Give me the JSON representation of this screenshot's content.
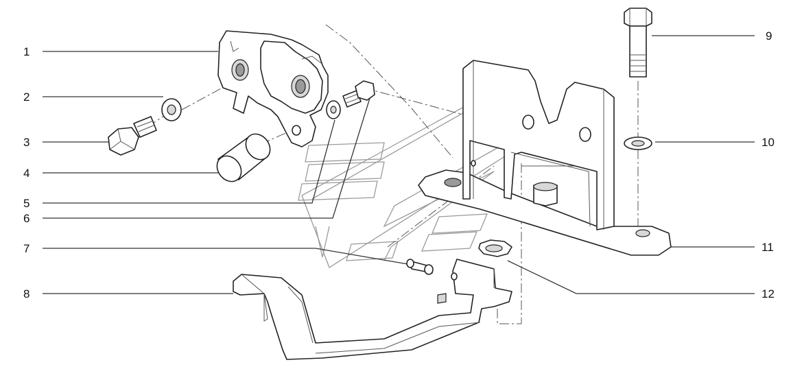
{
  "diagram": {
    "callouts": [
      {
        "id": "1",
        "label": "1"
      },
      {
        "id": "2",
        "label": "2"
      },
      {
        "id": "3",
        "label": "3"
      },
      {
        "id": "4",
        "label": "4"
      },
      {
        "id": "5",
        "label": "5"
      },
      {
        "id": "6",
        "label": "6"
      },
      {
        "id": "7",
        "label": "7"
      },
      {
        "id": "8",
        "label": "8"
      },
      {
        "id": "9",
        "label": "9"
      },
      {
        "id": "10",
        "label": "10"
      },
      {
        "id": "11",
        "label": "11"
      },
      {
        "id": "12",
        "label": "12"
      }
    ]
  }
}
